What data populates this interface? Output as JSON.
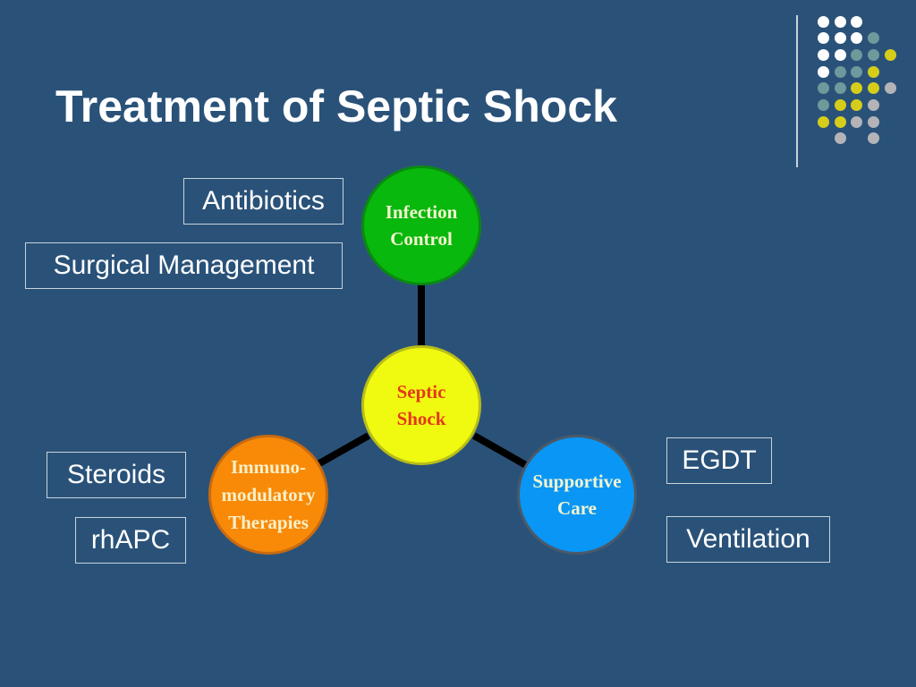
{
  "title": "Treatment of Septic Shock",
  "colors": {
    "background": "#2a5279",
    "white": "#ffffff",
    "teal": "#6e9a9c",
    "yellow": "#d6cd1a",
    "gray": "#b4b4b8"
  },
  "dot_grid": [
    [
      "white",
      "white",
      "white",
      null,
      null
    ],
    [
      "white",
      "white",
      "white",
      "teal",
      null
    ],
    [
      "white",
      "white",
      "teal",
      "teal",
      "yellow"
    ],
    [
      "white",
      "teal",
      "teal",
      "yellow",
      null
    ],
    [
      "teal",
      "teal",
      "yellow",
      "yellow",
      "gray"
    ],
    [
      "teal",
      "yellow",
      "yellow",
      "gray",
      null
    ],
    [
      "yellow",
      "yellow",
      "gray",
      "gray",
      null
    ],
    [
      null,
      "gray",
      null,
      "gray",
      null
    ]
  ],
  "nodes": {
    "center": {
      "line1": "Septic",
      "line2": "Shock"
    },
    "infection": {
      "line1": "Infection",
      "line2": "Control"
    },
    "supportive": {
      "line1": "Supportive",
      "line2": "Care"
    },
    "immuno": {
      "line1": "Immuno-",
      "line2": "modulatory",
      "line3": "Therapies"
    }
  },
  "boxes": {
    "antibiotics": "Antibiotics",
    "surgical": "Surgical Management",
    "steroids": "Steroids",
    "rhapc": "rhAPC",
    "egdt": "EGDT",
    "ventilation": "Ventilation"
  }
}
